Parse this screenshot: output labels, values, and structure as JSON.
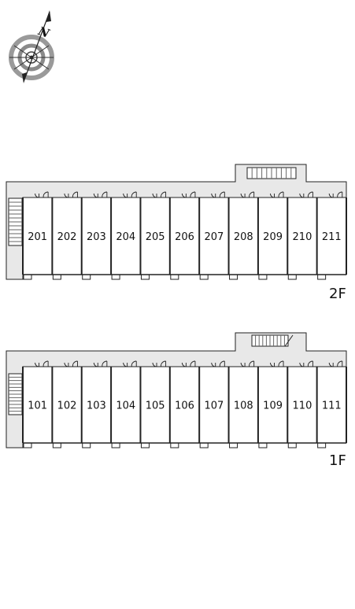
{
  "compass": {
    "letter": "N",
    "icon": "compass-rose-icon"
  },
  "floors": [
    {
      "label": "2F",
      "rooms": [
        "201",
        "202",
        "203",
        "204",
        "205",
        "206",
        "207",
        "208",
        "209",
        "210",
        "211"
      ]
    },
    {
      "label": "1F",
      "rooms": [
        "101",
        "102",
        "103",
        "104",
        "105",
        "106",
        "107",
        "108",
        "109",
        "110",
        "111"
      ]
    }
  ],
  "colors": {
    "corridor": "#e8e8e8",
    "line": "#222222",
    "stair": "#666666"
  }
}
